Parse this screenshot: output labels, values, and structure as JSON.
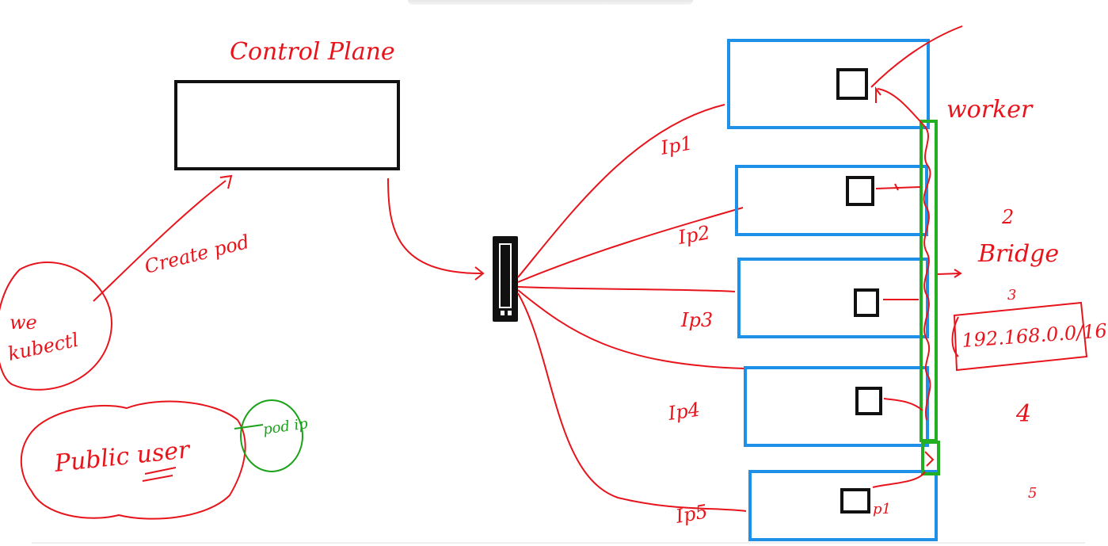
{
  "diagram": {
    "control_plane_label": "Control Plane",
    "create_pod_label": "Create pod",
    "kubectl_label_line1": "we",
    "kubectl_label_line2": "kubectl",
    "public_user_label": "Public user",
    "pod_ip_label": "pod ip",
    "worker_label": "worker",
    "bridge_label": "Bridge",
    "cidr_label": "192.168.0.0/16",
    "ip_labels": [
      "Ip1",
      "Ip2",
      "Ip3",
      "Ip4",
      "Ip5"
    ],
    "p1_label": "p1",
    "numbers": [
      "2",
      "3",
      "4",
      "5"
    ],
    "colors": {
      "ink_red": "#e8141c",
      "ink_green": "#1aa31a",
      "node_blue": "#1e90e8",
      "bridge_green": "#22b022",
      "black": "#111111"
    }
  }
}
